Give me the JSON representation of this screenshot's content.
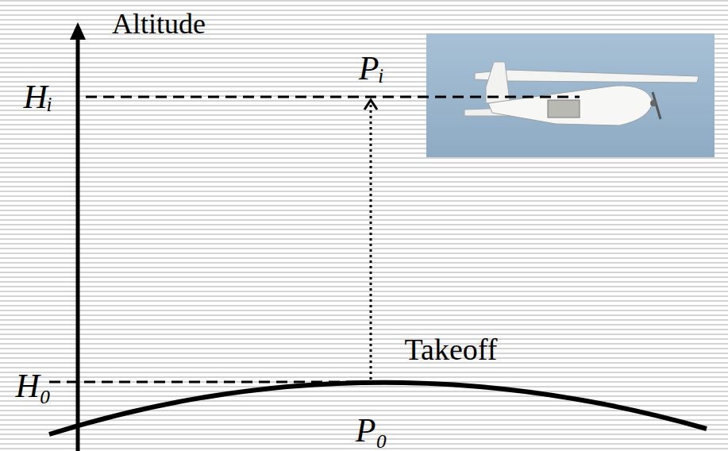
{
  "diagram": {
    "labels": [
      "Altitude",
      "Pᵢ",
      "Hᵢ",
      "Takeoff",
      "H₀",
      "P₀"
    ]
  }
}
